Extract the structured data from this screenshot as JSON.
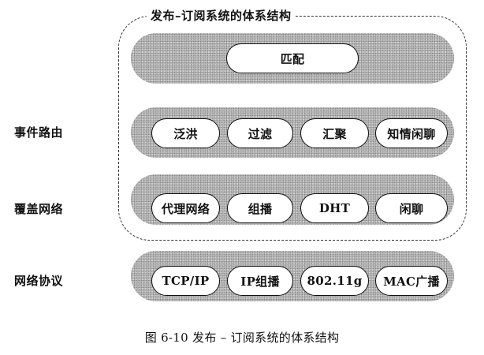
{
  "frame_title": "发布–订阅系统的体系结构",
  "layers": [
    {
      "label": "",
      "items": [
        "匹配"
      ]
    },
    {
      "label": "事件路由",
      "items": [
        "泛洪",
        "过滤",
        "汇聚",
        "知情闲聊"
      ]
    },
    {
      "label": "覆盖网络",
      "items": [
        "代理网络",
        "组播",
        "DHT",
        "闲聊"
      ]
    },
    {
      "label": "网络协议",
      "items": [
        "TCP/IP",
        "IP组播",
        "802.11g",
        "MAC广播"
      ]
    }
  ],
  "caption": "图 6-10   发布 – 订阅系统的体系结构"
}
